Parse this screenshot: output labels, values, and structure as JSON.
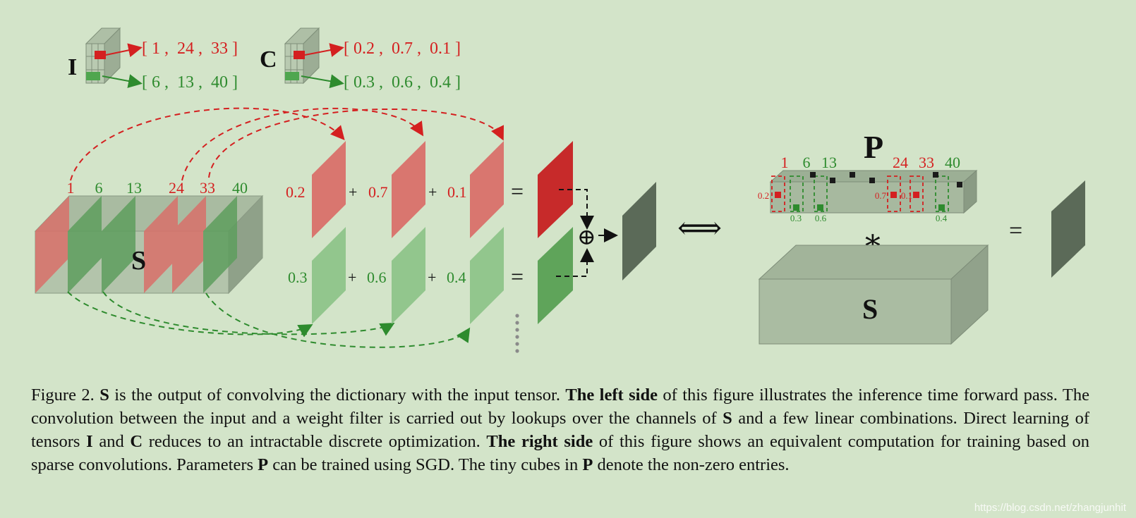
{
  "figure": {
    "legend": {
      "I": {
        "label": "I",
        "red_vector": "[ 1 ,  24 ,  33 ]",
        "green_vector": "[ 6 ,  13 ,  40 ]"
      },
      "C": {
        "label": "C",
        "red_vector": "[ 0.2 ,  0.7 ,  0.1 ]",
        "green_vector": "[ 0.3 ,  0.6 ,  0.4 ]"
      }
    },
    "left": {
      "tensor_label": "S",
      "channel_labels": [
        {
          "text": "1",
          "color": "red"
        },
        {
          "text": "6",
          "color": "green"
        },
        {
          "text": "13",
          "color": "green"
        },
        {
          "text": "24",
          "color": "red"
        },
        {
          "text": "33",
          "color": "red"
        },
        {
          "text": "40",
          "color": "green"
        }
      ],
      "red_row": {
        "c1": "0.2",
        "c2": "0.7",
        "c3": "0.1",
        "plus": "+",
        "equals": "="
      },
      "green_row": {
        "c1": "0.3",
        "c2": "0.6",
        "c3": "0.4",
        "plus": "+",
        "equals": "="
      },
      "sum_symbol": "⊕"
    },
    "equivalence_symbol": "⟺",
    "right": {
      "P_label": "P",
      "P_channel_labels": [
        {
          "text": "1",
          "color": "red"
        },
        {
          "text": "6",
          "color": "green"
        },
        {
          "text": "13",
          "color": "green"
        },
        {
          "text": "24",
          "color": "red"
        },
        {
          "text": "33",
          "color": "red"
        },
        {
          "text": "40",
          "color": "green"
        }
      ],
      "P_small_values": [
        {
          "text": "0.2",
          "color": "red"
        },
        {
          "text": "0.3",
          "color": "green"
        },
        {
          "text": "0.6",
          "color": "green"
        },
        {
          "text": "0.7",
          "color": "red"
        },
        {
          "text": "0.1",
          "color": "red"
        },
        {
          "text": "0.4",
          "color": "green"
        }
      ],
      "conv_symbol": "∗",
      "S_label": "S",
      "equals": "="
    }
  },
  "caption": {
    "prefix": "Figure 2. ",
    "S1": "S",
    "t1": " is the output of convolving the dictionary with the input tensor.  ",
    "left_bold": "The left side",
    "t2": " of this figure illustrates the inference time forward pass.  The convolution between the input and a weight filter is carried out by lookups over the channels of ",
    "S2": "S",
    "t3": " and a few linear combinations.  Direct learning of tensors ",
    "I": "I",
    "t4": " and ",
    "C": "C",
    "t5": " reduces to an intractable discrete optimization.  ",
    "right_bold": "The right side",
    "t6": " of this figure shows an equivalent computation for training based on sparse convolutions. Parameters ",
    "P1": "P",
    "t7": " can be trained using SGD. The tiny cubes in ",
    "P2": "P",
    "t8": " denote the non-zero entries."
  },
  "watermark": "https://blog.csdn.net/zhangjunhit",
  "colors": {
    "red": "#d42020",
    "green": "#2e8b2e",
    "background": "#d3e4c9"
  }
}
